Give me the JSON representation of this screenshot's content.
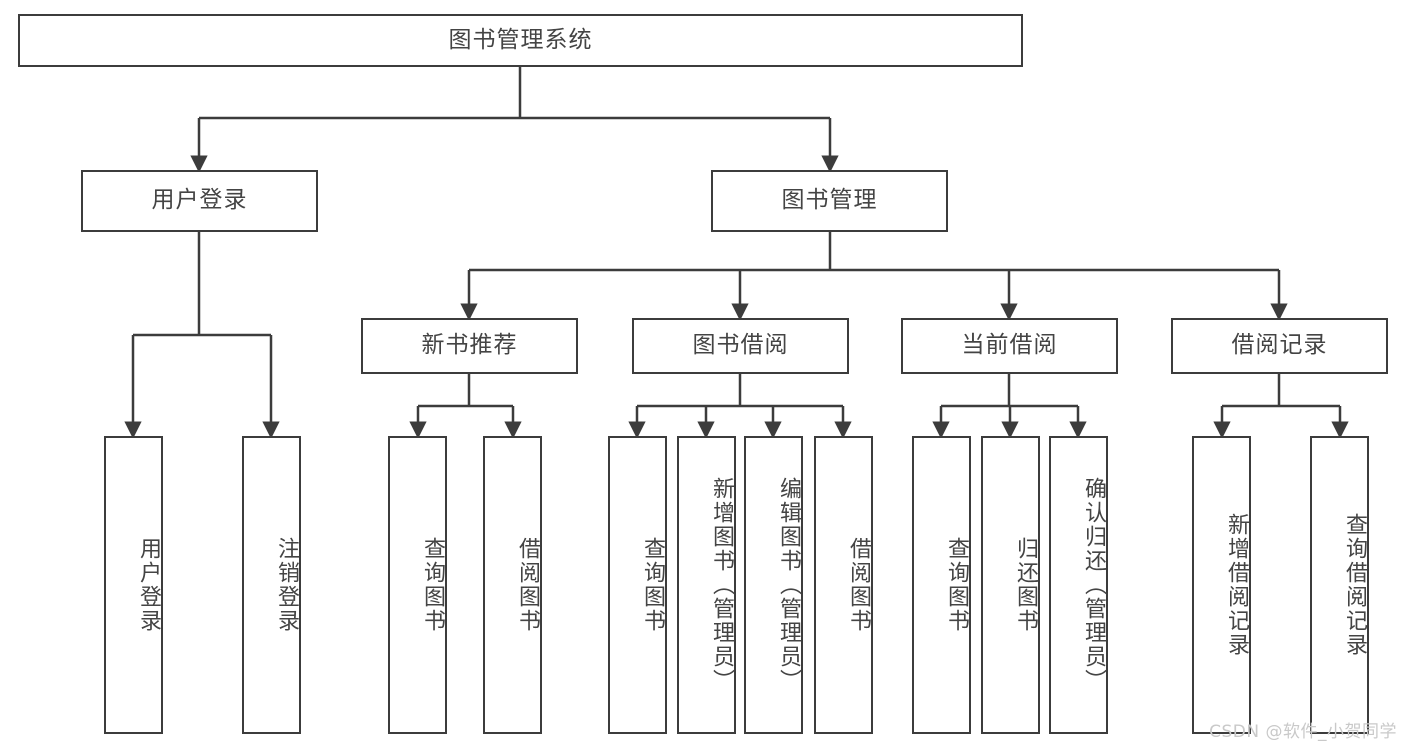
{
  "diagram": {
    "title": "图书管理系统",
    "type": "功能结构图",
    "line_color": "#3c3c3c",
    "text_color": "#444444",
    "background_color": "#ffffff",
    "watermark": "CSDN @软件_小贺同学",
    "nodes": {
      "root": {
        "label": "图书管理系统"
      },
      "level2": [
        {
          "id": "user-login",
          "label": "用户登录"
        },
        {
          "id": "book-manage",
          "label": "图书管理"
        }
      ],
      "level3": [
        {
          "id": "new-book-recommend",
          "label": "新书推荐"
        },
        {
          "id": "book-borrow",
          "label": "图书借阅"
        },
        {
          "id": "current-borrow",
          "label": "当前借阅"
        },
        {
          "id": "borrow-record",
          "label": "借阅记录"
        }
      ],
      "leaves": {
        "user_login": [
          {
            "id": "leaf-user-login",
            "label": "用户登录"
          },
          {
            "id": "leaf-logout-login",
            "label": "注销登录"
          }
        ],
        "new_book_recommend": [
          {
            "id": "leaf-query-book-1",
            "label": "查询图书"
          },
          {
            "id": "leaf-borrow-book-1",
            "label": "借阅图书"
          }
        ],
        "book_borrow": [
          {
            "id": "leaf-query-book-2",
            "label": "查询图书"
          },
          {
            "id": "leaf-add-book",
            "label": "新增图书（管理员）"
          },
          {
            "id": "leaf-edit-book",
            "label": "编辑图书（管理员）"
          },
          {
            "id": "leaf-borrow-book-2",
            "label": "借阅图书"
          }
        ],
        "current_borrow": [
          {
            "id": "leaf-query-book-3",
            "label": "查询图书"
          },
          {
            "id": "leaf-return-book",
            "label": "归还图书"
          },
          {
            "id": "leaf-confirm-return",
            "label": "确认归还（管理员）"
          }
        ],
        "borrow_record": [
          {
            "id": "leaf-add-record",
            "label": "新增借阅记录"
          },
          {
            "id": "leaf-query-record",
            "label": "查询借阅记录"
          }
        ]
      }
    }
  }
}
